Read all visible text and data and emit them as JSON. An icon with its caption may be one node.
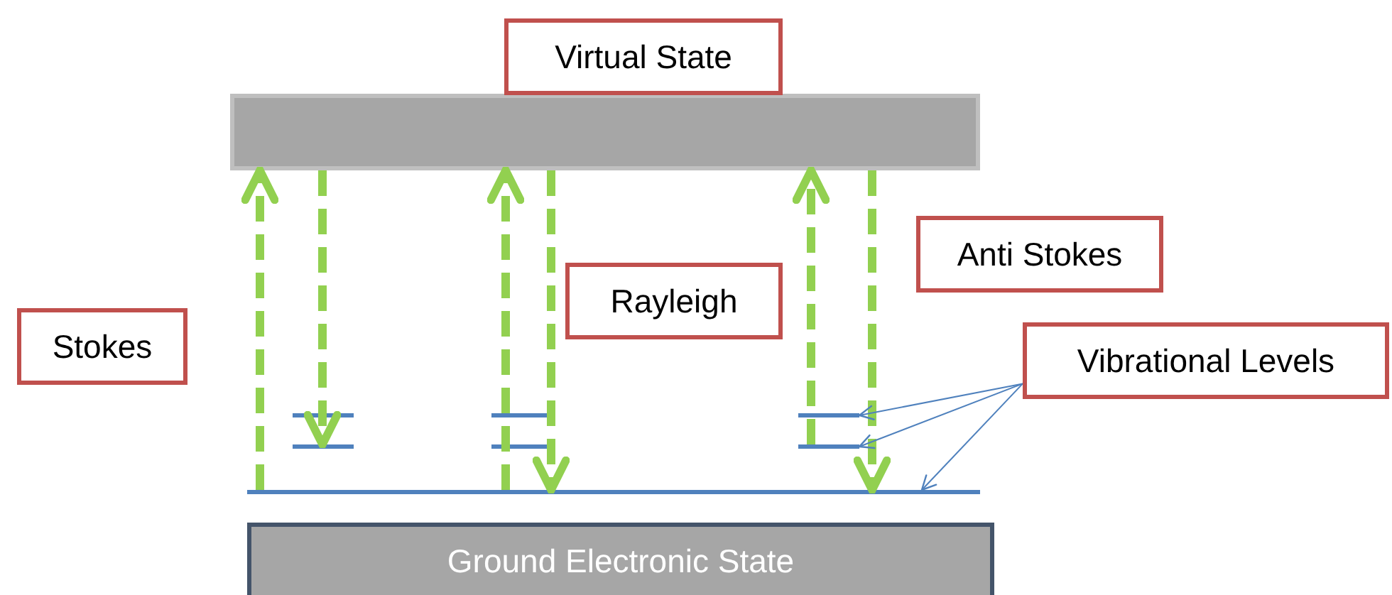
{
  "diagram": {
    "nodes": [
      {
        "text": [
          "Virtual State"
        ]
      },
      {
        "text": [],
        "shape": "bar"
      },
      {
        "text": [
          "Anti Stokes"
        ]
      },
      {
        "text": [
          "Rayleigh"
        ]
      },
      {
        "text": [
          "Stokes"
        ]
      },
      {
        "text": [
          "Vibrational Levels"
        ]
      },
      {
        "text": [],
        "shape": "line"
      },
      {
        "text": [],
        "shape": "line"
      },
      {
        "text": [],
        "shape": "line"
      },
      {
        "text": [],
        "shape": "line"
      },
      {
        "text": [],
        "shape": "line"
      },
      {
        "text": [],
        "shape": "line"
      },
      {
        "text": [],
        "shape": "line"
      },
      {
        "text": [
          "Ground Electronic State"
        ]
      }
    ],
    "edges": [
      {
        "from": 12,
        "to": 1,
        "arrow": "to",
        "style": "dashed"
      },
      {
        "from": 1,
        "to": 9,
        "arrow": "to",
        "style": "dashed"
      },
      {
        "from": 12,
        "to": 1,
        "arrow": "to",
        "style": "dashed"
      },
      {
        "from": 1,
        "to": 12,
        "arrow": "to",
        "style": "dashed"
      },
      {
        "from": 11,
        "to": 1,
        "arrow": "to",
        "style": "dashed"
      },
      {
        "from": 1,
        "to": 12,
        "arrow": "to",
        "style": "dashed"
      },
      {
        "from": 5,
        "to": 8,
        "arrow": "to",
        "color": "#4f81bd"
      },
      {
        "from": 5,
        "to": 11,
        "arrow": "to",
        "color": "#4f81bd"
      },
      {
        "from": 5,
        "to": 12,
        "arrow": "to",
        "color": "#4f81bd"
      }
    ]
  }
}
